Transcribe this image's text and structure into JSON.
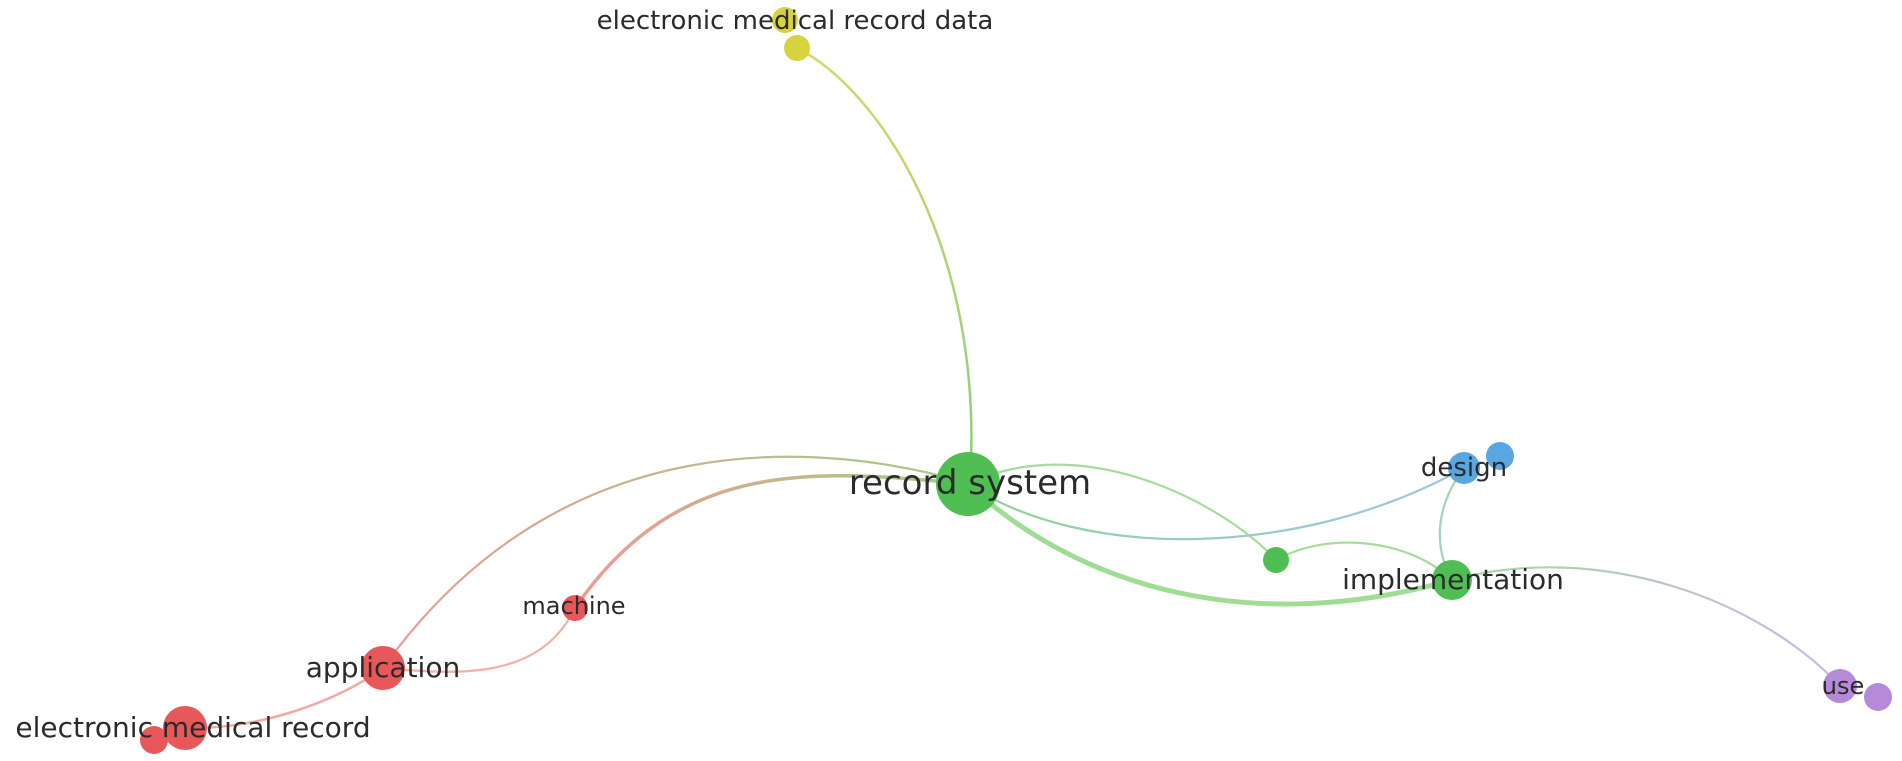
{
  "map": {
    "labels": {
      "record_system": "record system",
      "electronic_medical_record_data": "electronic medical record data",
      "design": "design",
      "implementation": "implementation",
      "machine": "machine",
      "application": "application",
      "electronic_medical_record": "electronic medical record",
      "use": "use"
    },
    "clusters": [
      {
        "id": "red",
        "color": "#e8585a"
      },
      {
        "id": "green",
        "color": "#4fbf53"
      },
      {
        "id": "blue",
        "color": "#5aa6e0"
      },
      {
        "id": "yellow",
        "color": "#d6d33e"
      },
      {
        "id": "purple",
        "color": "#b58ad8"
      }
    ]
  }
}
